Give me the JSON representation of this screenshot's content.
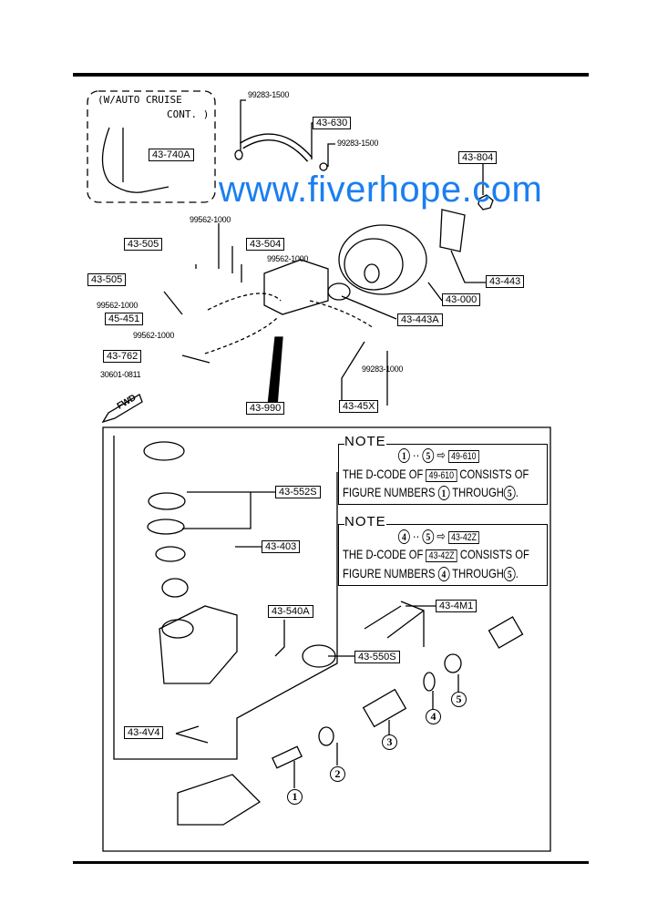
{
  "cruise_note": {
    "line1": "(W/AUTO CRUISE",
    "line2": "CONT. )"
  },
  "labels": {
    "l740a": "43-740A",
    "l630": "43-630",
    "l804": "43-804",
    "l505a": "43-505",
    "l504": "43-504",
    "l505b": "43-505",
    "l451": "45-451",
    "l762": "43-762",
    "l443": "43-443",
    "l000": "43-000",
    "l443a": "43-443A",
    "l990": "43-990",
    "l45x": "43-45X",
    "l552s": "43-552S",
    "l403": "43-403",
    "l540a": "43-540A",
    "l4m1": "43-4M1",
    "l550s": "43-550S",
    "l4v4": "43-4V4"
  },
  "part_numbers": {
    "p1": "99283-1500",
    "p2": "99283-1500",
    "p3": "99562-1000",
    "p4": "99562-1000",
    "p5": "99562-1000",
    "p6": "99562-1000",
    "p7": "30601-0811",
    "p8": "99283-1000"
  },
  "fwd": "FWD",
  "figures": [
    "1",
    "2",
    "3",
    "4",
    "5"
  ],
  "notes": [
    {
      "title": "NOTE",
      "from": "1",
      "to": "5",
      "code": "49-610",
      "text_a": "THE D-CODE OF",
      "text_b": "CONSISTS OF",
      "text_c": "FIGURE NUMBERS",
      "text_d": "THROUGH",
      "end": "."
    },
    {
      "title": "NOTE",
      "from": "4",
      "to": "5",
      "code": "43-42Z",
      "text_a": "THE D-CODE OF",
      "text_b": "CONSISTS OF",
      "text_c": "FIGURE NUMBERS",
      "text_d": "THROUGH",
      "end": "."
    }
  ],
  "watermark": "www.fiverhope.com"
}
